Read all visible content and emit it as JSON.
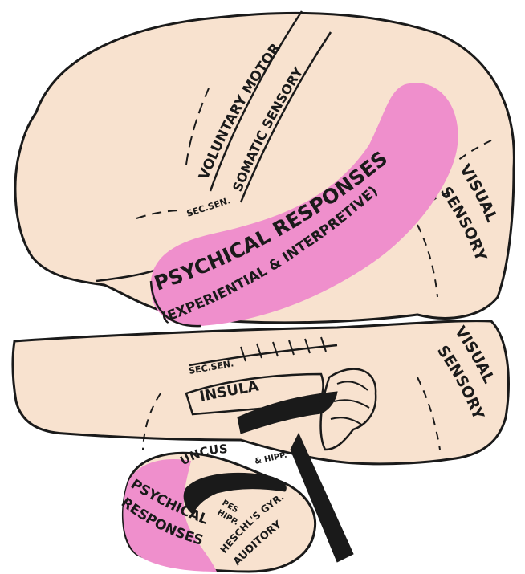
{
  "colors": {
    "brain": "#f8e2cf",
    "highlight": "#ef8fcc",
    "ink": "#1a1a1a",
    "background": "#ffffff"
  },
  "upper_view": {
    "label_voluntary_motor": "VOLUNTARY MOTOR",
    "label_somatic_sensory": "SOMATIC SENSORY",
    "label_secsen": "SEC.SEN.",
    "label_psychical_responses": "PSYCHICAL RESPONSES",
    "label_experiential": "(EXPERIENTIAL & INTERPRETIVE)",
    "label_visual": "VISUAL",
    "label_sensory": "SENSORY"
  },
  "lower_view": {
    "label_secsen": "SEC.SEN.",
    "label_insula": "INSULA",
    "label_visual": "VISUAL",
    "label_sensory": "SENSORY",
    "label_uncus": "UNCUS",
    "label_hipp": "& HIPP.",
    "label_pes": "PES",
    "label_hipp2": "HIPP.",
    "label_heschl": "HESCHL'S GYR.",
    "label_auditory": "AUDITORY",
    "label_psychical": "PSYCHICAL",
    "label_responses": "RESPONSES"
  }
}
